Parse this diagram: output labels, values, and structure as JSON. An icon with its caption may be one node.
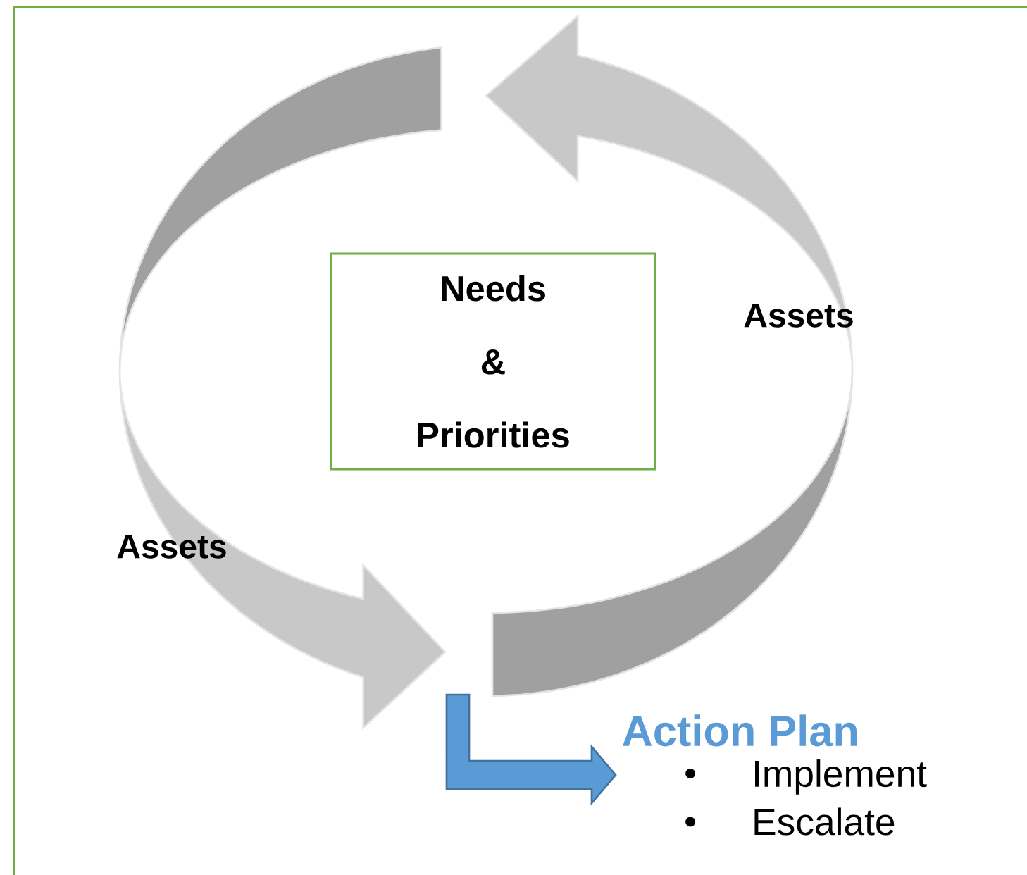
{
  "diagram": {
    "nodes": [
      {
        "text": [
          "Needs & Priorities"
        ]
      },
      {
        "text": [
          "Action Plan",
          "Implement",
          "Escalate"
        ]
      }
    ],
    "edges": [
      {
        "from": null,
        "to": 1,
        "arrow": "to",
        "color": "#5b9bd5"
      }
    ],
    "labels": [
      "Assets",
      "Assets"
    ]
  }
}
